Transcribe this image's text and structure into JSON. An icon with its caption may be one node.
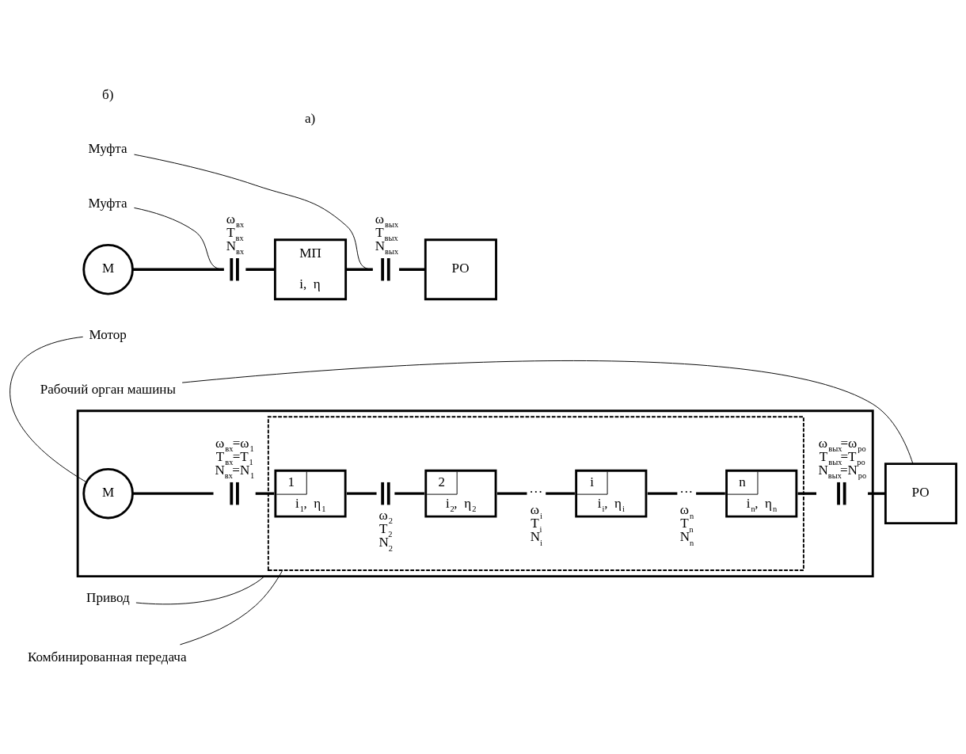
{
  "diagram": {
    "nodes": [
      {
        "text": [
          "М"
        ]
      },
      {
        "text": [],
        "shape": "coupling",
        "beside": [
          "ω$_{вх}$",
          "T$_{вх}$",
          "N$_{вх}$"
        ]
      },
      {
        "text": [
          "МП",
          "i,  η"
        ]
      },
      {
        "text": [],
        "shape": "coupling",
        "beside": [
          "ω$_{вых}$",
          "T$_{вых}$",
          "N$_{вых}$"
        ]
      },
      {
        "text": [
          "РО"
        ]
      },
      {
        "text": [
          "Муфта"
        ]
      },
      {
        "text": [
          "Муфта"
        ]
      },
      {
        "text": [],
        "shape": "box"
      },
      {
        "text": [],
        "shape": "box",
        "in": 7
      },
      {
        "text": [
          "М"
        ],
        "in": 7
      },
      {
        "text": [],
        "shape": "coupling",
        "in": 7,
        "beside": [
          "ω$_{вх}$=ω$_{1}$",
          "T$_{вх}$=T$_{1}$",
          "N$_{вх}$=N$_{1}$"
        ]
      },
      {
        "text": [
          "1",
          "i$_{1}$,  η$_{1}$"
        ],
        "in": 8
      },
      {
        "text": [],
        "shape": "coupling",
        "in": 8,
        "beside": [
          "ω$_{2}$",
          "T$_{2}$",
          "N$_{2}$"
        ]
      },
      {
        "text": [
          "2",
          "i$_{2}$,  η$_{2}$"
        ],
        "in": 8
      },
      {
        "text": [
          "···"
        ],
        "in": 8,
        "beside": [
          "ω$_{i}$",
          "T$_{i}$",
          "N$_{i}$"
        ]
      },
      {
        "text": [
          "i",
          "i$_{i}$,  η$_{i}$"
        ],
        "in": 8
      },
      {
        "text": [
          "···"
        ],
        "in": 8,
        "beside": [
          "ω$_{n}$",
          "T$_{n}$",
          "N$_{n}$"
        ]
      },
      {
        "text": [
          "n",
          "i$_{n}$,  η$_{n}$"
        ],
        "in": 8
      },
      {
        "text": [],
        "shape": "coupling",
        "in": 7,
        "beside": [
          "ω$_{вых}$=ω$_{ро}$",
          "T$_{вых}$=T$_{ро}$",
          "N$_{вых}$=N$_{ро}$"
        ]
      },
      {
        "text": [
          "РО"
        ]
      },
      {
        "text": [
          "Мотор"
        ]
      },
      {
        "text": [
          "Комбинированная передача"
        ]
      },
      {
        "text": [
          "Привод"
        ]
      },
      {
        "text": [
          "Рабочий орган машины"
        ]
      }
    ],
    "edges": [
      {
        "from": 0,
        "to": 1,
        "arrow": "none"
      },
      {
        "from": 1,
        "to": 2,
        "arrow": "none"
      },
      {
        "from": 2,
        "to": 3,
        "arrow": "none"
      },
      {
        "from": 3,
        "to": 4,
        "arrow": "none"
      },
      {
        "from": 5,
        "to": 1,
        "arrow": "none"
      },
      {
        "from": 6,
        "to": 3,
        "arrow": "none"
      },
      {
        "from": 9,
        "to": 10,
        "arrow": "none"
      },
      {
        "from": 10,
        "to": 11,
        "arrow": "none"
      },
      {
        "from": 11,
        "to": 12,
        "arrow": "none"
      },
      {
        "from": 12,
        "to": 13,
        "arrow": "none"
      },
      {
        "from": 13,
        "to": 14,
        "arrow": "none"
      },
      {
        "from": 14,
        "to": 15,
        "arrow": "none"
      },
      {
        "from": 15,
        "to": 16,
        "arrow": "none"
      },
      {
        "from": 16,
        "to": 17,
        "arrow": "none"
      },
      {
        "from": 17,
        "to": 18,
        "arrow": "none"
      },
      {
        "from": 18,
        "to": 19,
        "arrow": "none"
      },
      {
        "from": 20,
        "to": 9,
        "arrow": "none"
      },
      {
        "from": 21,
        "to": 8,
        "arrow": "none"
      },
      {
        "from": 22,
        "to": 7,
        "arrow": "none"
      },
      {
        "from": 23,
        "to": 19,
        "arrow": "none"
      }
    ],
    "labels": [
      "а)",
      "б)"
    ]
  }
}
